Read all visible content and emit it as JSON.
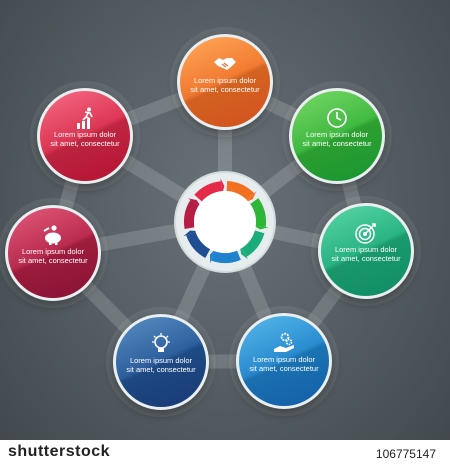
{
  "nodes": [
    {
      "id": "orange",
      "icon": "handshake-icon",
      "text": "Lorem ipsum dolor sit amet, consectetur",
      "color": "#f47021"
    },
    {
      "id": "green",
      "icon": "clock-icon",
      "text": "Lorem ipsum dolor sit amet, consectetur",
      "color": "#2db637"
    },
    {
      "id": "teal",
      "icon": "target-icon",
      "text": "Lorem ipsum dolor sit amet, consectetur",
      "color": "#1aad7a"
    },
    {
      "id": "blue",
      "icon": "gears-in-hand-icon",
      "text": "Lorem ipsum dolor sit amet, consectetur",
      "color": "#1f82cf"
    },
    {
      "id": "navy",
      "icon": "light-bulb-icon",
      "text": "Lorem ipsum dolor sit amet, consectetur",
      "color": "#1f4f92"
    },
    {
      "id": "crimson",
      "icon": "piggy-bank-icon",
      "text": "Lorem ipsum dolor sit amet, consectetur",
      "color": "#b61d45"
    },
    {
      "id": "red",
      "icon": "running-man-chart-icon",
      "text": "Lorem ipsum dolor sit amet, consectetur",
      "color": "#e42a48"
    }
  ],
  "center": {
    "icon": "circular-arrows-icon",
    "arrow_colors": [
      "#f47021",
      "#2db637",
      "#1aad7a",
      "#1f82cf",
      "#1f4f92",
      "#b61d45",
      "#e42a48"
    ]
  },
  "watermark": {
    "logo": "shutterstock",
    "id": "106775147"
  }
}
